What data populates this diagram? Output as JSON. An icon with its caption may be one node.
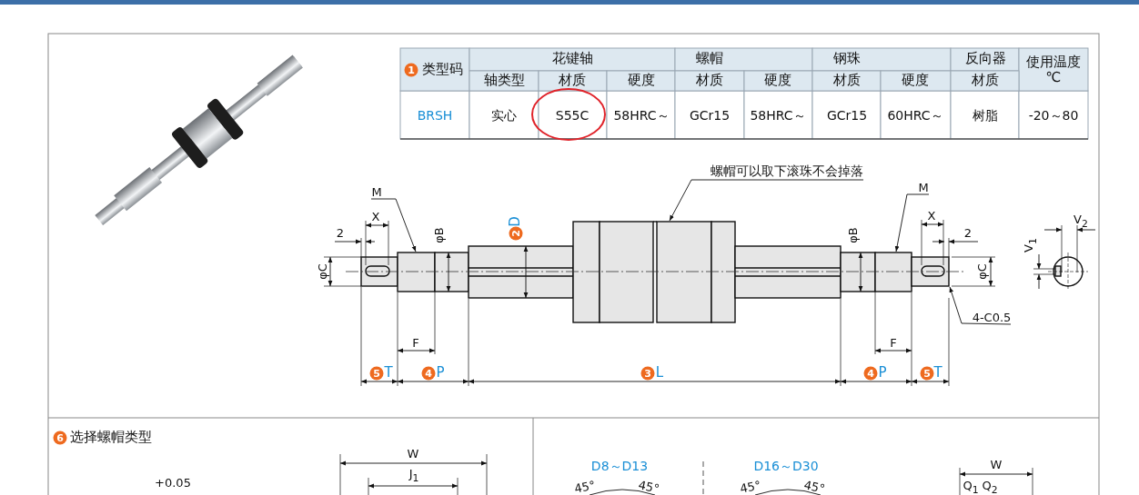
{
  "diagram": {
    "nodes": [
      {
        "text": [
          "螺帽可以取下滚珠不会掉落"
        ]
      },
      {
        "text": [
          "M"
        ]
      },
      {
        "text": [
          "M"
        ]
      },
      {
        "text": [
          "4-C0.5"
        ]
      },
      {
        "text": [],
        "shape": "picture"
      }
    ],
    "edges": [
      {
        "from": 0,
        "to": 4,
        "arrow": "to"
      },
      {
        "from": 1,
        "to": 4,
        "arrow": "to"
      },
      {
        "from": 2,
        "to": 4,
        "arrow": "to"
      },
      {
        "from": 3,
        "to": 4,
        "arrow": "to"
      }
    ],
    "labels": [
      "1",
      "类型码",
      "花键轴",
      "螺帽",
      "钢珠",
      "反向器",
      "使用温度 ℃",
      "轴类型",
      "材质",
      "硬度",
      "材质",
      "硬度",
      "材质",
      "硬度",
      "材质",
      "BRSH",
      "实心",
      "S55C",
      "58HRC～",
      "GCr15",
      "58HRC～",
      "GCr15",
      "60HRC～",
      "树脂",
      "-20～80",
      "2",
      "D",
      "φB",
      "φB",
      "X",
      "X",
      "2",
      "2",
      "V$_{2}$",
      "V$_{1}$",
      "φC",
      "φC",
      "F",
      "F",
      "5",
      "T",
      "4",
      "P",
      "3",
      "L",
      "4",
      "P",
      "5",
      "T",
      "6",
      "选择螺帽类型",
      "W",
      "D8～D13",
      "D16～D30",
      "W",
      "J$_{1}$",
      "+0.05",
      "45°",
      "45°",
      "45°",
      "45°",
      "Q$_{1}$",
      "Q$_{2}$"
    ]
  }
}
